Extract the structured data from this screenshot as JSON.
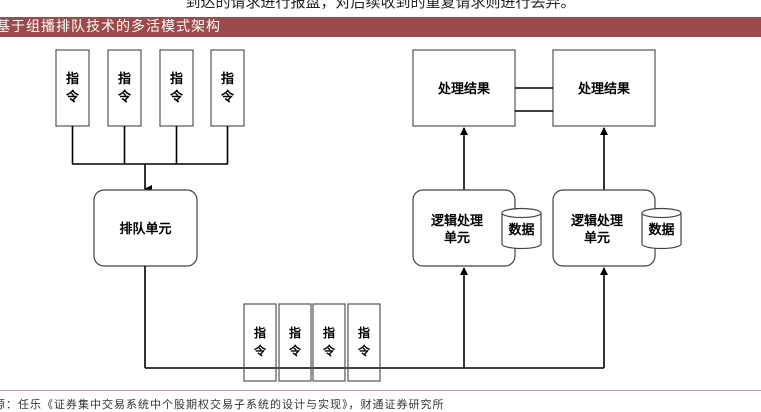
{
  "top_text": "到达的请求进行报盘，对后续收到的重复请求则进行丢弃。",
  "figure": {
    "title": "基于组播排队技术的多活模式架构",
    "source": "源：任乐《证券集中交易系统中个股期权交易子系统的设计与实现》，财通证券研究所"
  },
  "diagram": {
    "instruction_label_line1": "指",
    "instruction_label_line2": "令",
    "top_instructions_count": 4,
    "bottom_instructions_count": 4,
    "queue_unit": "排队单元",
    "logic_unit_line1": "逻辑处理",
    "logic_unit_line2": "单元",
    "data_store": "数据",
    "result": "处理结果",
    "nodes": [
      {
        "logic_line1": "逻辑处理",
        "logic_line2": "单元",
        "data": "数据",
        "result": "处理结果"
      },
      {
        "logic_line1": "逻辑处理",
        "logic_line2": "单元",
        "data": "数据",
        "result": "处理结果"
      }
    ]
  },
  "colors": {
    "header_bg": "#9e4a4a",
    "divider": "#c89a9a",
    "stroke": "#000000"
  }
}
